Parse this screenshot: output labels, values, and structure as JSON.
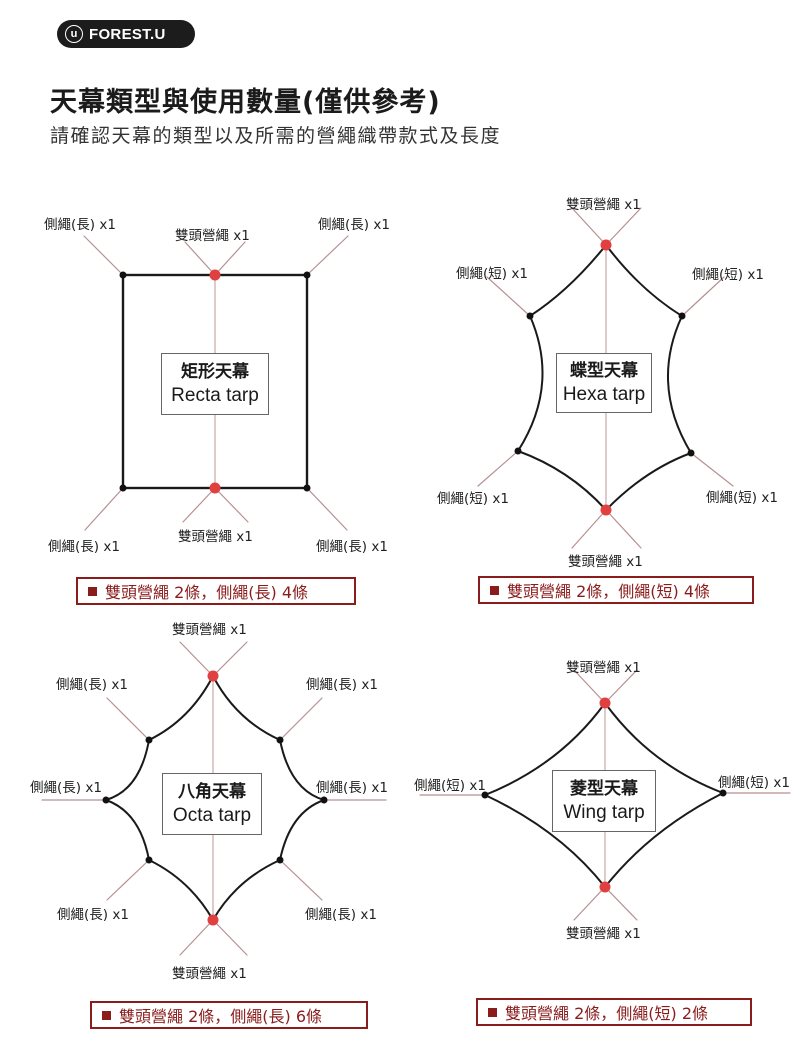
{
  "brand": {
    "mark": "u",
    "name": "FOREST.U"
  },
  "header": {
    "title": "天幕類型與使用數量(僅供參考)",
    "subtitle": "請確認天幕的類型以及所需的營繩織帶款式及長度"
  },
  "colors": {
    "accent": "#8b1c1c",
    "red_dot": "#e04040",
    "line": "#1a1a1a",
    "rope": "#b08080"
  },
  "panels": {
    "recta": {
      "name_zh": "矩形天幕",
      "name_en": "Recta tarp",
      "labels": {
        "tl": "側繩(長) x1",
        "top": "雙頭營繩 x1",
        "tr": "側繩(長) x1",
        "bl": "側繩(長) x1",
        "bottom": "雙頭營繩 x1",
        "br": "側繩(長) x1"
      },
      "summary": "雙頭營繩 2條，側繩(長) 4條"
    },
    "hexa": {
      "name_zh": "蝶型天幕",
      "name_en": "Hexa tarp",
      "labels": {
        "top": "雙頭營繩 x1",
        "tl": "側繩(短) x1",
        "tr": "側繩(短) x1",
        "bl": "側繩(短) x1",
        "br": "側繩(短) x1",
        "bottom": "雙頭營繩 x1"
      },
      "summary": "雙頭營繩 2條，側繩(短) 4條"
    },
    "octa": {
      "name_zh": "八角天幕",
      "name_en": "Octa tarp",
      "labels": {
        "top": "雙頭營繩 x1",
        "tl": "側繩(長) x1",
        "tr": "側繩(長) x1",
        "ml": "側繩(長) x1",
        "mr": "側繩(長) x1",
        "bl": "側繩(長) x1",
        "br": "側繩(長) x1",
        "bottom": "雙頭營繩 x1"
      },
      "summary": "雙頭營繩 2條，側繩(長) 6條"
    },
    "wing": {
      "name_zh": "菱型天幕",
      "name_en": "Wing tarp",
      "labels": {
        "top": "雙頭營繩 x1",
        "left": "側繩(短) x1",
        "right": "側繩(短) x1",
        "bottom": "雙頭營繩 x1"
      },
      "summary": "雙頭營繩 2條，側繩(短) 2條"
    }
  }
}
